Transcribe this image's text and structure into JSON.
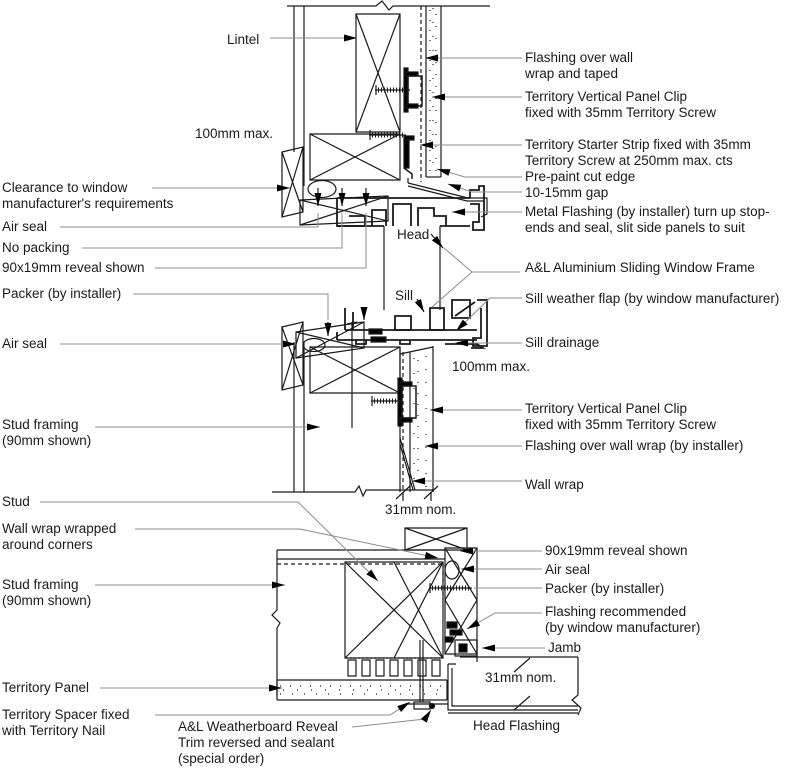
{
  "colors": {
    "line": "#1a1a1a",
    "leader": "#8c8c8c",
    "background": "#ffffff"
  },
  "labels": {
    "lintel": "Lintel",
    "dim_100_top": "100mm max.",
    "clearance": "Clearance to window\nmanufacturer's requirements",
    "air_seal_1": "Air seal",
    "no_packing": "No packing",
    "reveal_1": "90x19mm reveal shown",
    "packer_1": "Packer (by installer)",
    "air_seal_2": "Air seal",
    "stud_framing_1": "Stud framing\n(90mm shown)",
    "stud": "Stud",
    "wall_wrap_wrapped": "Wall wrap wrapped\naround corners",
    "stud_framing_2": "Stud framing\n(90mm shown)",
    "territory_panel": "Territory Panel",
    "territory_spacer": "Territory Spacer fixed\nwith Territory Nail",
    "weatherboard_trim": "A&L Weatherboard Reveal\nTrim reversed and sealant\n(special order)",
    "flashing_taped": "Flashing over wall\nwrap and taped",
    "clip_1": "Territory Vertical Panel Clip\nfixed with 35mm Territory Screw",
    "starter": "Territory Starter Strip fixed with 35mm\nTerritory Screw at 250mm max. cts",
    "prepaint": "Pre-paint cut edge",
    "gap": "10-15mm gap",
    "metal_flashing": "Metal Flashing (by installer) turn up stop-\nends and seal, slit side panels to suit",
    "frame_lbl": "A&L Aluminium Sliding Window Frame",
    "weather_flap": "Sill weather flap (by window manufacturer)",
    "drainage": "Sill drainage",
    "dim_100_2": "100mm max.",
    "clip_2": "Territory Vertical Panel Clip\nfixed with 35mm Territory Screw",
    "flashing_2": "Flashing over wall wrap (by installer)",
    "wall_wrap_lbl": "Wall wrap",
    "dim_31_1": "31mm nom.",
    "reveal_2": "90x19mm reveal shown",
    "air_seal_3": "Air seal",
    "packer_2": "Packer (by installer)",
    "flashing_rec": "Flashing recommended\n(by window manufacturer)",
    "jamb_lbl": "Jamb",
    "dim_31_2": "31mm nom.",
    "head_flashing_lbl": "Head Flashing",
    "head": "Head",
    "sill": "Sill"
  }
}
